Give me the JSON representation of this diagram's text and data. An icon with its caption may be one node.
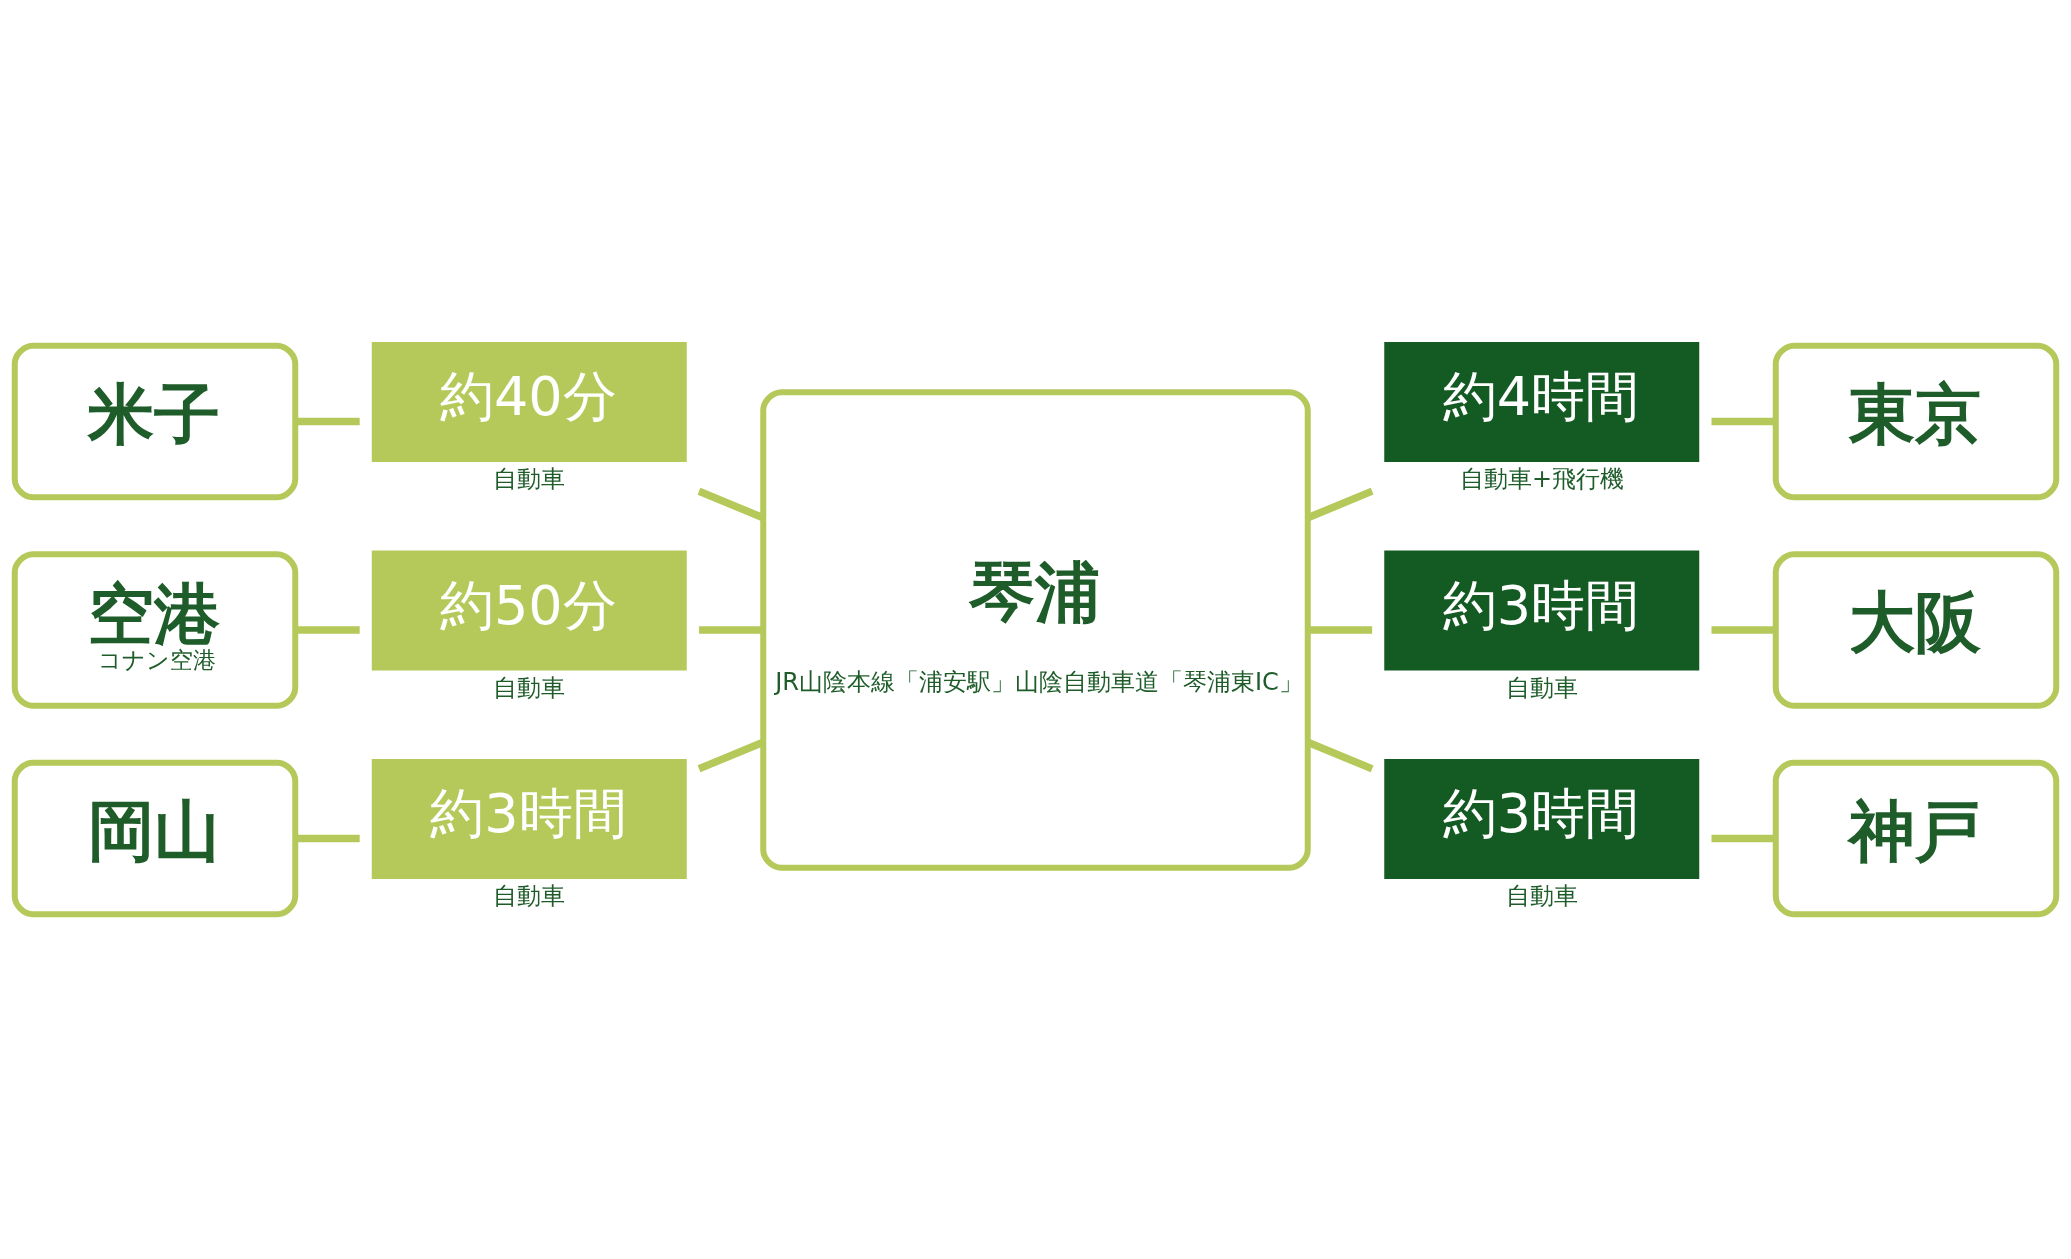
{
  "diagram": {
    "nodes": [
      {
        "text": [
          "米子"
        ]
      },
      {
        "text": [
          "空港",
          "コナン空港"
        ]
      },
      {
        "text": [
          "岡山"
        ]
      },
      {
        "text": [
          "約40分"
        ],
        "beside": [
          "自動車"
        ]
      },
      {
        "text": [
          "約50分"
        ],
        "beside": [
          "自動車"
        ]
      },
      {
        "text": [
          "約3時間"
        ],
        "beside": [
          "自動車"
        ]
      },
      {
        "text": [
          "琴浦",
          "JR山陰本線「浦安駅」山陰自動車道「琴浦東IC」"
        ]
      },
      {
        "text": [
          "約4時間"
        ],
        "beside": [
          "自動車+飛行機"
        ]
      },
      {
        "text": [
          "約3時間"
        ],
        "beside": [
          "自動車"
        ]
      },
      {
        "text": [
          "約3時間"
        ],
        "beside": [
          "自動車"
        ]
      },
      {
        "text": [
          "東京"
        ]
      },
      {
        "text": [
          "大阪"
        ]
      },
      {
        "text": [
          "神戸"
        ]
      }
    ],
    "edges": [
      {
        "from": 0,
        "to": 3,
        "arrow": "none"
      },
      {
        "from": 3,
        "to": 6,
        "arrow": "none"
      },
      {
        "from": 1,
        "to": 4,
        "arrow": "none"
      },
      {
        "from": 4,
        "to": 6,
        "arrow": "none"
      },
      {
        "from": 2,
        "to": 5,
        "arrow": "none"
      },
      {
        "from": 5,
        "to": 6,
        "arrow": "none"
      },
      {
        "from": 6,
        "to": 7,
        "arrow": "none"
      },
      {
        "from": 7,
        "to": 10,
        "arrow": "none"
      },
      {
        "from": 6,
        "to": 8,
        "arrow": "none"
      },
      {
        "from": 8,
        "to": 11,
        "arrow": "none"
      },
      {
        "from": 6,
        "to": 9,
        "arrow": "none"
      },
      {
        "from": 9,
        "to": 12,
        "arrow": "none"
      }
    ]
  }
}
